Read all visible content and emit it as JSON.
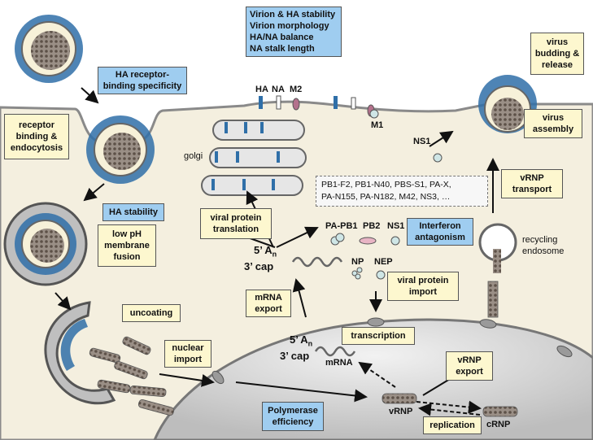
{
  "colors": {
    "cell_cytoplasm": "#f4efdf",
    "nucleus": "#d8d8d8",
    "membrane": "#8a8a8a",
    "ha_blue": "#2f6fa8",
    "yellow_box": "#fdf7cf",
    "blue_box": "#9fcdf0"
  },
  "yellow_boxes": {
    "receptor_binding": "receptor\nbinding &\nendocytosis",
    "low_ph": "low pH\nmembrane\nfusion",
    "uncoating": "uncoating",
    "nuclear_import": "nuclear\nimport",
    "mrna_export": "mRNA\nexport",
    "viral_protein_translation": "viral protein\ntranslation",
    "virus_budding": "virus\nbudding &\nrelease",
    "virus_assembly": "virus\nassembly",
    "vrnp_transport": "vRNP\ntransport",
    "viral_protein_import": "viral protein\nimport",
    "transcription": "transcription",
    "vrnp_export": "vRNP\nexport",
    "replication": "replication"
  },
  "blue_boxes": {
    "virion_stability": "Virion & HA stability\nVirion morphology\nHA/NA balance\nNA stalk length",
    "ha_receptor": "HA receptor-\nbinding specificity",
    "ha_stability": "HA stability",
    "interferon": "Interferon\nantagonism",
    "polymerase": "Polymerase\nefficiency"
  },
  "accessory_proteins": "PB1-F2, PB1-N40, PBS-S1, PA-X,\nPA-N155, PA-N182, M42, NS3, …",
  "labels": {
    "ha": "HA",
    "na": "NA",
    "m2": "M2",
    "m1": "M1",
    "ns1_top": "NS1",
    "golgi": "golgi",
    "pa_pb1": "PA-PB1",
    "pb2": "PB2",
    "ns1": "NS1",
    "np": "NP",
    "nep": "NEP",
    "five_a_cyto": "5’ A",
    "three_cap_cyto": "3’ cap",
    "five_a_nuc": "5’ A",
    "three_cap_nuc": "3’ cap",
    "mrna": "mRNA",
    "recycling": "recycling\nendosome",
    "vrnp": "vRNP",
    "crnp": "cRNP",
    "n_sub": "n"
  }
}
